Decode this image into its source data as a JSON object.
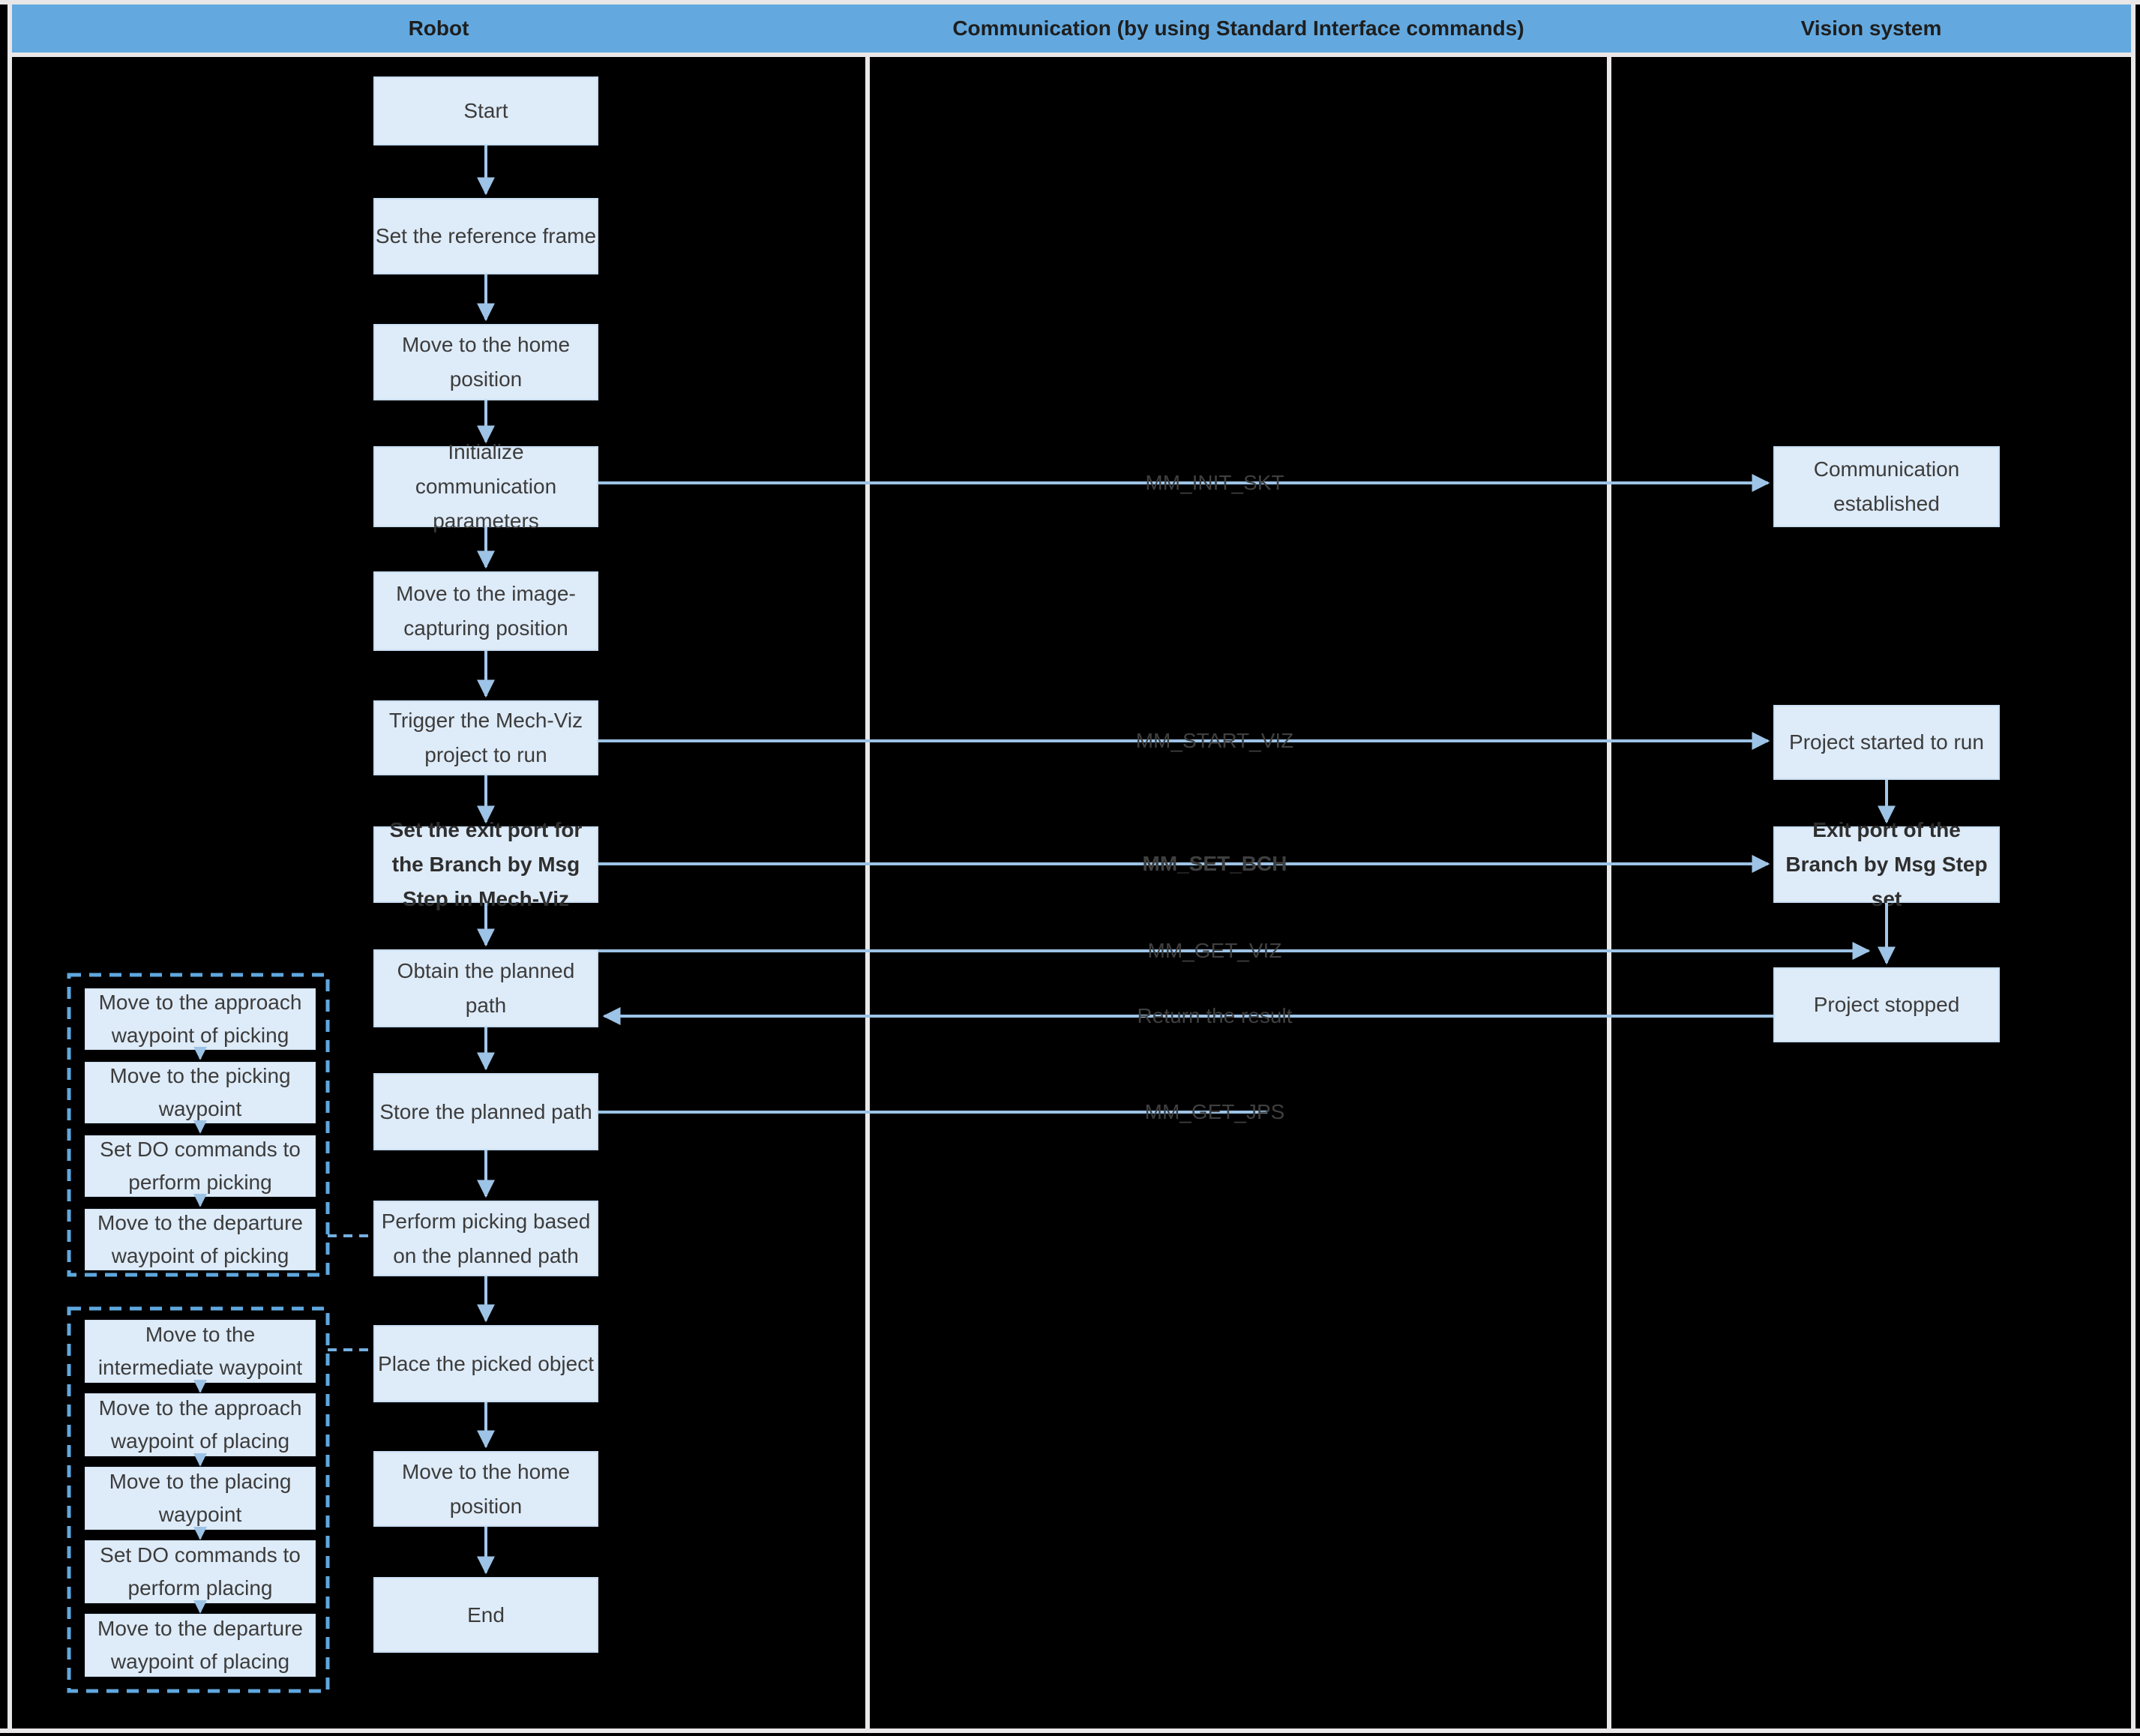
{
  "header": {
    "lanes": [
      {
        "label": "Robot"
      },
      {
        "label": "Communication (by using Standard Interface commands)"
      },
      {
        "label": "Vision system"
      }
    ]
  },
  "robot": {
    "steps": [
      {
        "label": "Start"
      },
      {
        "label": "Set the reference frame"
      },
      {
        "label": "Move to the home position"
      },
      {
        "label": "Initialize communication parameters"
      },
      {
        "label": "Move to the image-capturing position"
      },
      {
        "label": "Trigger the Mech-Viz project to run"
      },
      {
        "label": "Set the exit port for the Branch by Msg Step in Mech-Viz"
      },
      {
        "label": "Obtain the planned path"
      },
      {
        "label": "Store the planned path"
      },
      {
        "label": "Perform picking based on the planned path"
      },
      {
        "label": "Place the picked object"
      },
      {
        "label": "Move to the home position"
      },
      {
        "label": "End"
      }
    ]
  },
  "vision": {
    "steps": [
      {
        "label": "Communication established"
      },
      {
        "label": "Project started to run"
      },
      {
        "label": "Exit port of the Branch by Msg Step set"
      },
      {
        "label": "Project stopped"
      }
    ]
  },
  "messages": [
    {
      "label": "MM_INIT_SKT"
    },
    {
      "label": "MM_START_VIZ"
    },
    {
      "label": "MM_SET_BCH"
    },
    {
      "label": "MM_GET_VIZ"
    },
    {
      "label": "Return the result"
    },
    {
      "label": "MM_GET_JPS"
    }
  ],
  "picking_group": {
    "steps": [
      {
        "label": "Move to the approach waypoint of picking"
      },
      {
        "label": "Move to the picking waypoint"
      },
      {
        "label": "Set DO commands to perform picking"
      },
      {
        "label": "Move to the departure waypoint of picking"
      }
    ]
  },
  "placing_group": {
    "steps": [
      {
        "label": "Move to the intermediate waypoint"
      },
      {
        "label": "Move to the approach waypoint of placing"
      },
      {
        "label": "Move to the placing waypoint"
      },
      {
        "label": "Set DO commands to perform placing"
      },
      {
        "label": "Move to the departure waypoint of placing"
      }
    ]
  },
  "colors": {
    "header_fill": "#63A9E0",
    "frame_border": "#E9E7E7",
    "node_fill": "#DEEBF8",
    "arrow_blue": "#9DC3E6",
    "group_border": "#5FA8DF",
    "node_text": "#3C3C3C",
    "message_text": "#3F3F3F",
    "background": "#000000"
  }
}
